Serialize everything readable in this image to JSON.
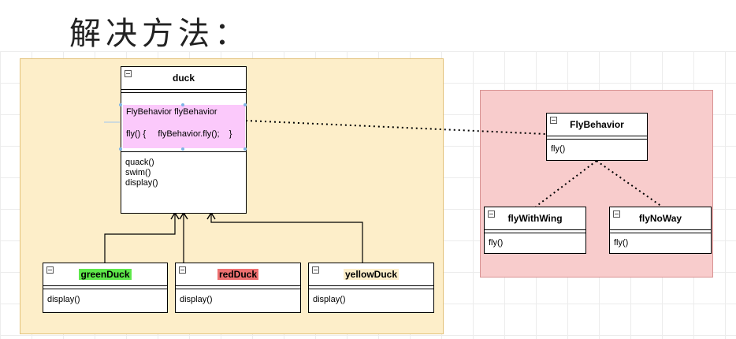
{
  "title": "解决方法：",
  "duck": {
    "name": "duck",
    "field": "FlyBehavior flyBehavior",
    "fly_method": "fly() {     flyBehavior.fly();    }",
    "methods": [
      "quack()",
      "swim()",
      "display()"
    ]
  },
  "subclasses": [
    {
      "name": "greenDuck",
      "method": "display()",
      "highlight": "#5ee84a"
    },
    {
      "name": "redDuck",
      "method": "display()",
      "highlight": "#ee7070"
    },
    {
      "name": "yellowDuck",
      "method": "display()",
      "highlight": "#fdeec9"
    }
  ],
  "interface": {
    "name": "FlyBehavior",
    "method": "fly()"
  },
  "implementations": [
    {
      "name": "flyWithWing",
      "method": "fly()"
    },
    {
      "name": "flyNoWay",
      "method": "fly()"
    }
  ],
  "colors": {
    "left_panel": "#fdeec9",
    "right_panel": "#f8cccc",
    "pink_highlight": "#fbc9fb"
  }
}
